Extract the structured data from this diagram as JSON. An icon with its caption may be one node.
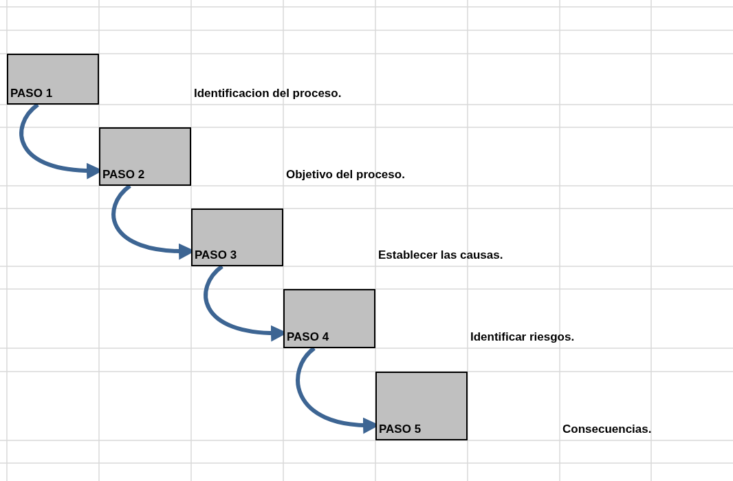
{
  "diagram": {
    "nodes": [
      {
        "text": [
          "PASO 1"
        ]
      },
      {
        "text": [
          "PASO 2"
        ]
      },
      {
        "text": [
          "PASO 3"
        ]
      },
      {
        "text": [
          "PASO 4"
        ]
      },
      {
        "text": [
          "PASO 5"
        ]
      }
    ],
    "edges": [
      {
        "from": 0,
        "to": 1,
        "arrow": "to"
      },
      {
        "from": 1,
        "to": 2,
        "arrow": "to"
      },
      {
        "from": 2,
        "to": 3,
        "arrow": "to"
      },
      {
        "from": 3,
        "to": 4,
        "arrow": "to"
      }
    ],
    "labels": [
      "Identificacion del proceso.",
      "Objetivo del proceso.",
      "Establecer las causas.",
      "Identificar riesgos.",
      "Consecuencias."
    ]
  }
}
